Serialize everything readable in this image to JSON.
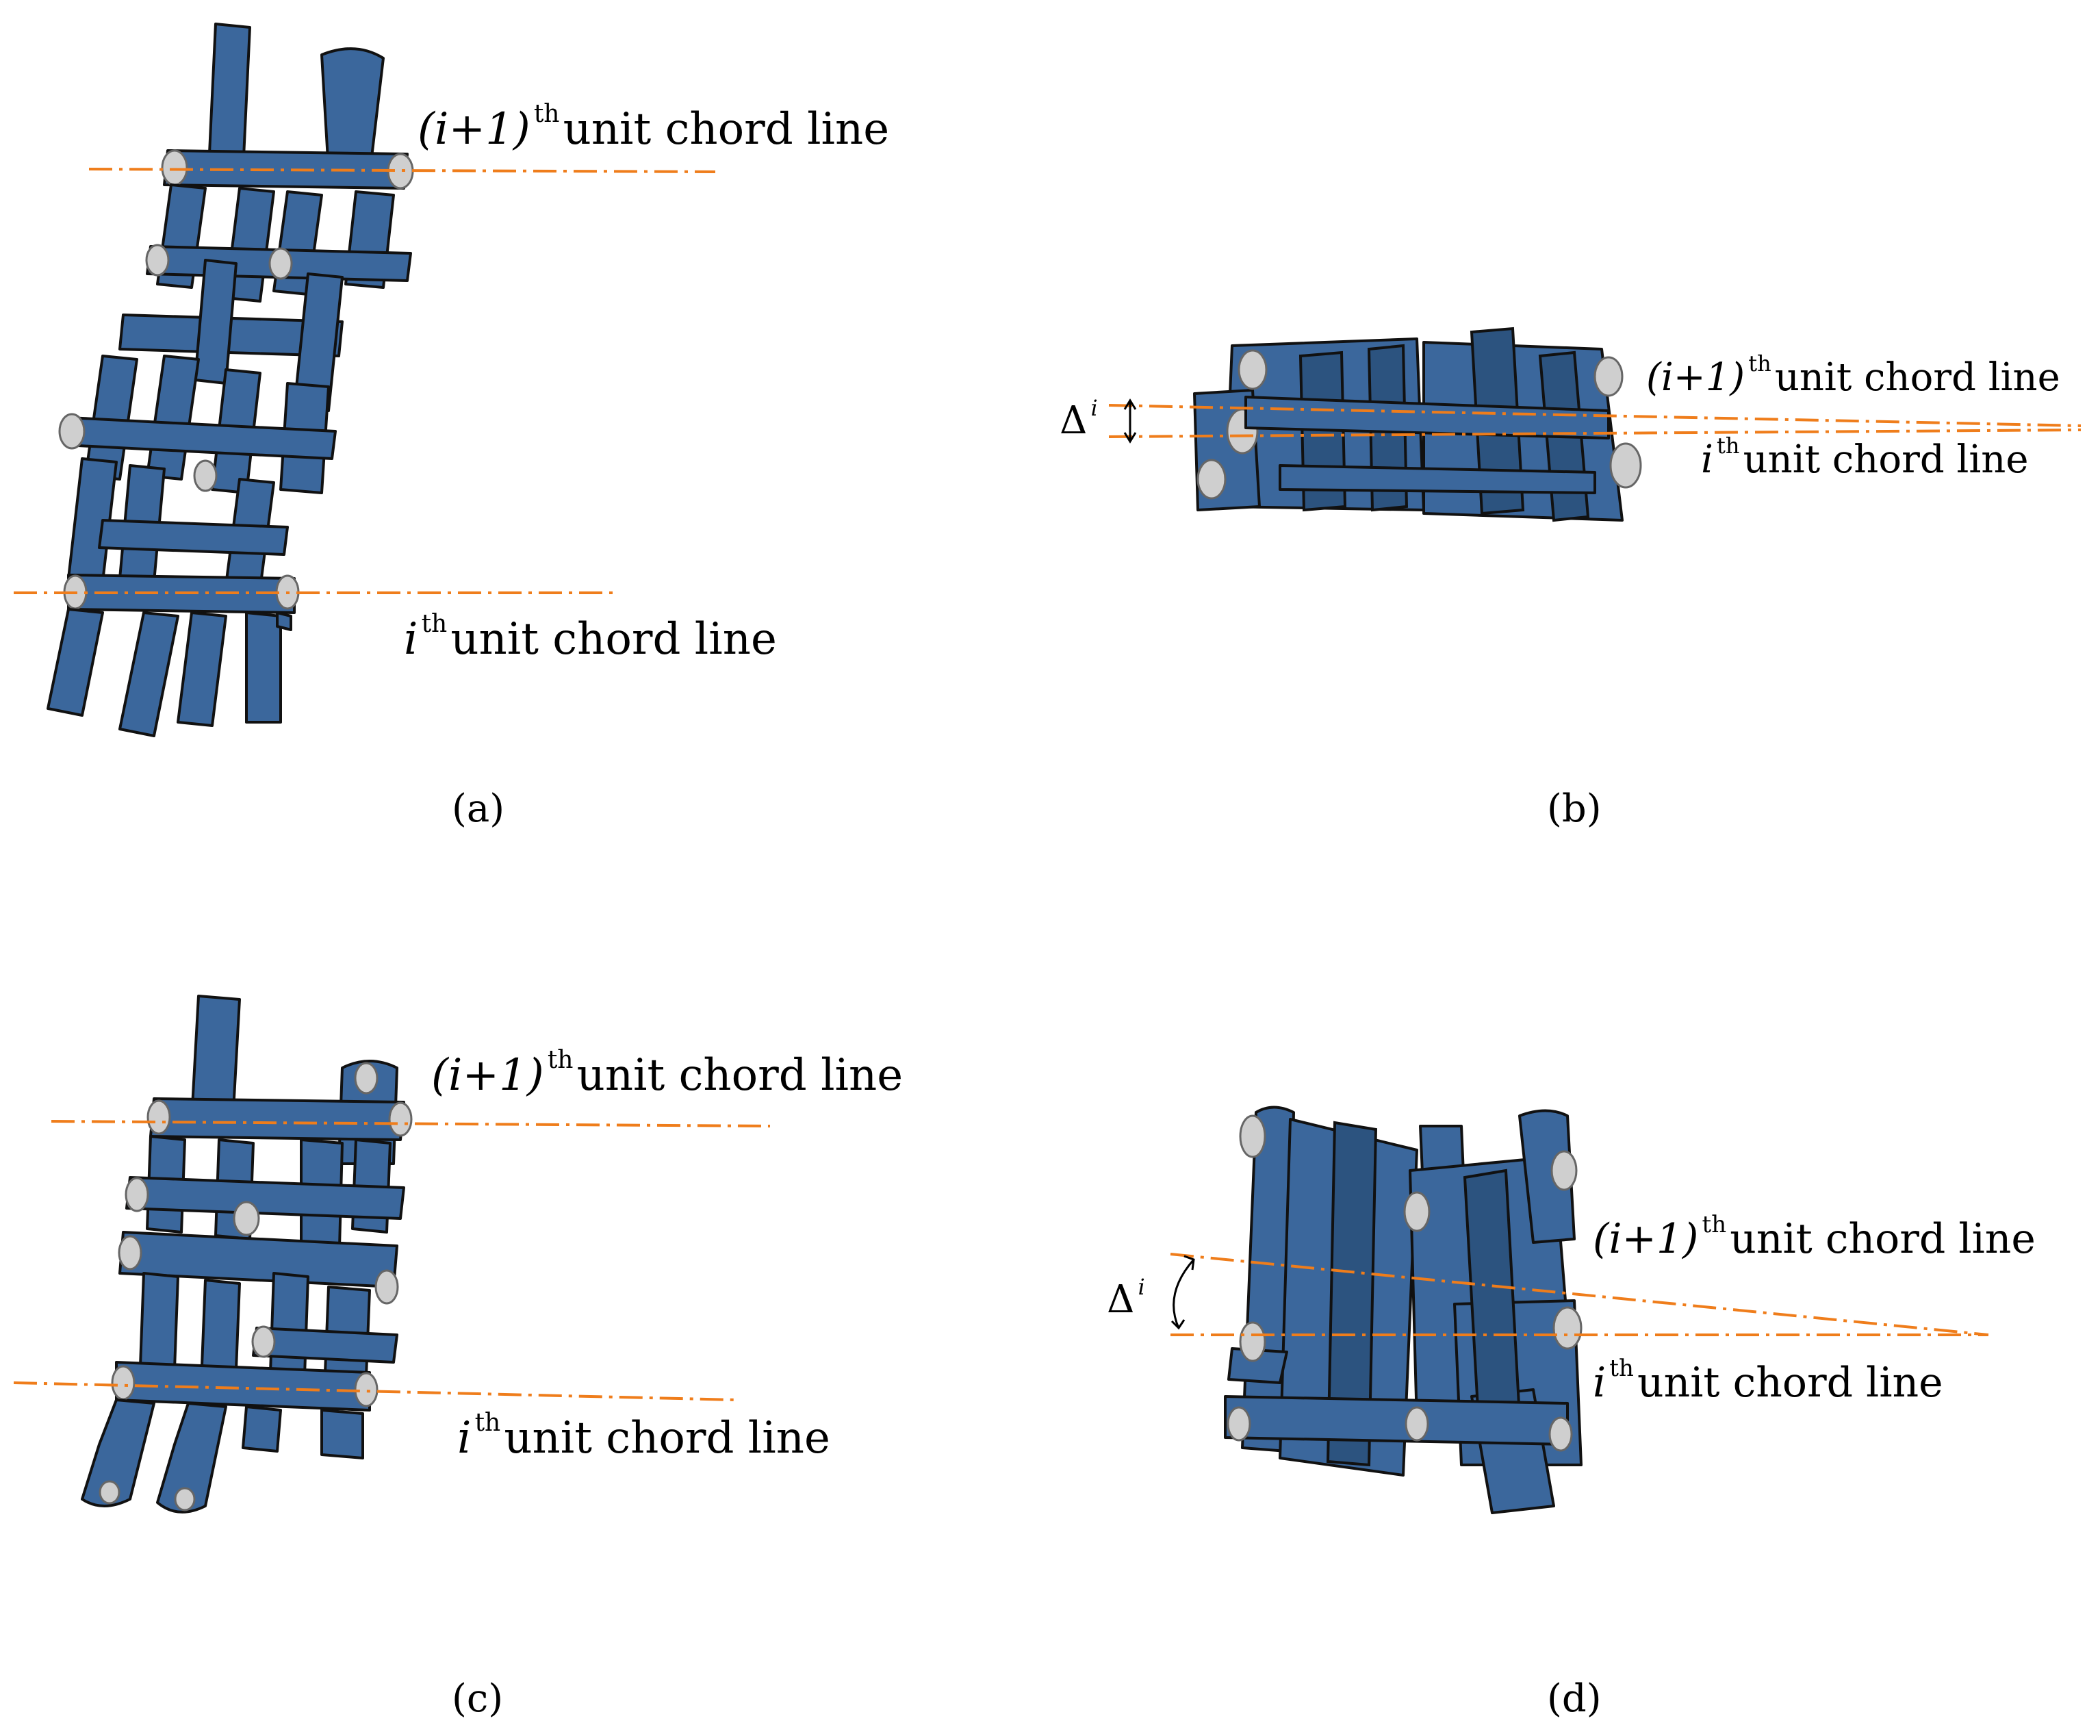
{
  "panels": {
    "a": {
      "caption": "(a)",
      "upper_label": {
        "prefix": "(i+1)",
        "sup": "th",
        "text": "unit chord line"
      },
      "lower_label": {
        "prefix": "i",
        "sup": "th",
        "text": "unit chord line"
      }
    },
    "b": {
      "caption": "(b)",
      "delta": {
        "symbol": "Δ",
        "sup": "i"
      },
      "upper_label": {
        "prefix": "(i+1)",
        "sup": "th",
        "text": "unit chord line"
      },
      "lower_label": {
        "prefix": "i",
        "sup": "th",
        "text": "unit chord line"
      }
    },
    "c": {
      "caption": "(c)",
      "upper_label": {
        "prefix": "(i+1)",
        "sup": "th",
        "text": "unit chord line"
      },
      "lower_label": {
        "prefix": "i",
        "sup": "th",
        "text": "unit chord line"
      }
    },
    "d": {
      "caption": "(d)",
      "delta": {
        "symbol": "Δ",
        "sup": "i"
      },
      "upper_label": {
        "prefix": "(i+1)",
        "sup": "th",
        "text": "unit chord line"
      },
      "lower_label": {
        "prefix": "i",
        "sup": "th",
        "text": "unit chord line"
      }
    }
  },
  "colors": {
    "structure": "#3b679c",
    "chord_line": "#ef7d1b",
    "pin": "#cfcfcf"
  }
}
